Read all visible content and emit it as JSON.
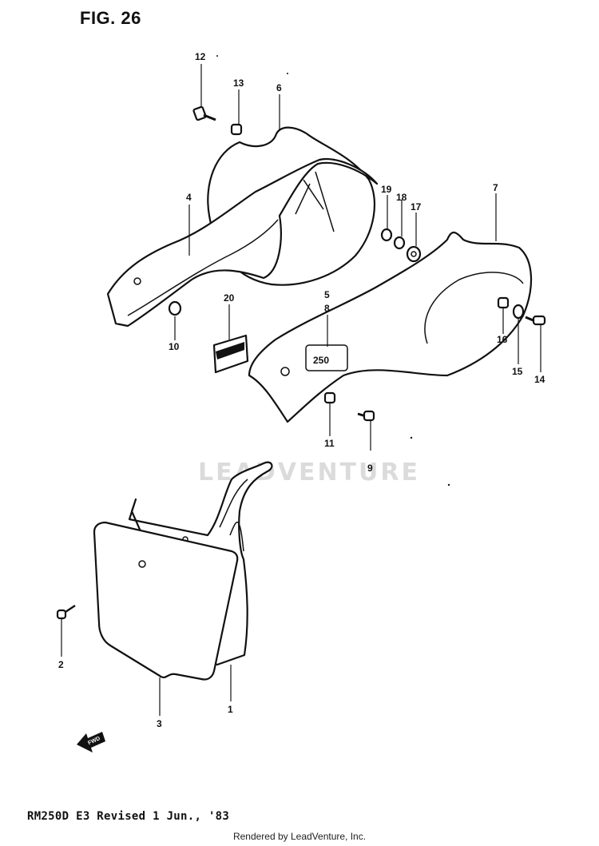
{
  "title": "FIG. 26",
  "footer_code": "RM250D E3 Revised 1 Jun., '83",
  "rendered_by": "Rendered by LeadVenture, Inc.",
  "watermark": "LEADVENTURE",
  "decal_text": "250",
  "fwd_text": "FWD",
  "callouts": {
    "c1": "1",
    "c2": "2",
    "c3": "3",
    "c4": "4",
    "c5": "5",
    "c6": "6",
    "c7": "7",
    "c8": "8",
    "c9": "9",
    "c10": "10",
    "c11": "11",
    "c12": "12",
    "c13": "13",
    "c14": "14",
    "c15": "15",
    "c16": "16",
    "c17": "17",
    "c18": "18",
    "c19": "19",
    "c20": "20"
  }
}
